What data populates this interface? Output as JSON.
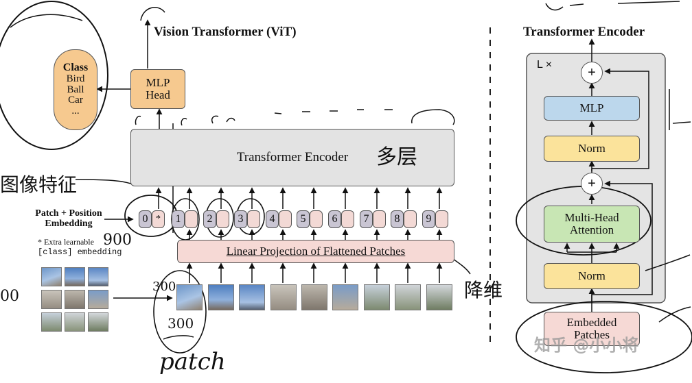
{
  "vit": {
    "title": "Vision Transformer (ViT)",
    "class_box": {
      "heading": "Class",
      "items": [
        "Bird",
        "Ball",
        "Car",
        "..."
      ]
    },
    "mlp_head": "MLP\nHead",
    "encoder": "Transformer Encoder",
    "patch_position_label": "Patch + Position\nEmbedding",
    "extra_note_1": "* Extra learnable",
    "extra_note_2": "[class] embedding",
    "tokens": [
      "0",
      "*",
      "1",
      "2",
      "3",
      "4",
      "5",
      "6",
      "7",
      "8",
      "9"
    ],
    "linear_projection": "Linear Projection of Flattened Patches"
  },
  "encoder_detail": {
    "title": "Transformer Encoder",
    "repeat_label": "L ×",
    "mlp": "MLP",
    "norm_top": "Norm",
    "attention": "Multi-Head\nAttention",
    "norm_bottom": "Norm",
    "embedded": "Embedded\nPatches",
    "plus": "+"
  },
  "annotations": {
    "encoder_note": "多层",
    "feature_note": "图像特征",
    "reduce_note": "降维",
    "patch_note": "patch",
    "num_900": "900",
    "num_300a": "300",
    "num_300b": "300",
    "num_00": "00",
    "watermark": "知乎 @小小将"
  },
  "colors": {
    "orange_fill": "#f6c98f",
    "gray_encoder": "#e3e3e3",
    "pink_projection": "#f6d9d5",
    "blue_mlp": "#bcd7ec",
    "yellow_norm": "#fbe39b",
    "green_attention": "#c8e6b4",
    "token_gray": "#c9c5d3"
  }
}
